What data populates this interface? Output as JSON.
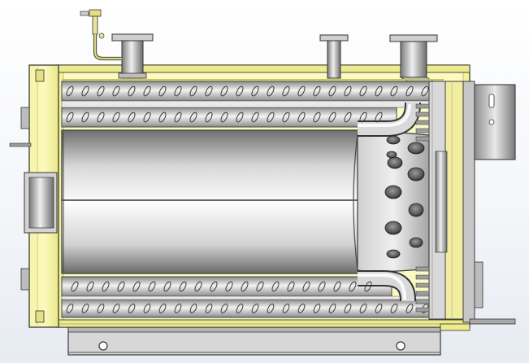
{
  "viewport": {
    "background_top": "#ffffff",
    "background_bottom": "#e7ebf2"
  },
  "model": {
    "subject": "boiler-cutaway-model",
    "colors": {
      "casing_yellow": "#f4f29a",
      "casing_yellow_dark": "#d9d46a",
      "steel_light": "#f4f4f4",
      "steel_mid": "#b9b9b9",
      "steel_dark": "#6e6e6e",
      "edge_dark": "#3a3a3a"
    },
    "parts": [
      "front-door",
      "furnace-tube",
      "turnaround-chamber",
      "upper-smoke-tubes",
      "lower-smoke-tubes",
      "rear-tube-bank",
      "flue-box",
      "steam-nozzle",
      "safety-valve-nozzle",
      "flue-outlet-nozzle",
      "pressure-gauge-pipe",
      "base-frame"
    ]
  }
}
